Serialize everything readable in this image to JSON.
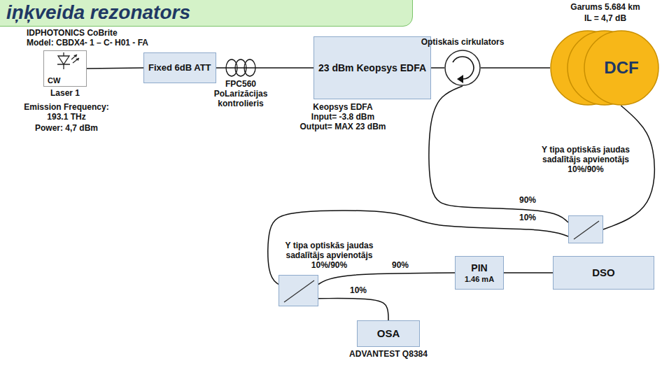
{
  "diagram": {
    "title": "iņķveida rezonators",
    "nodes": [
      {
        "text": [
          "CW",
          "Laser 1"
        ]
      },
      {
        "text": [
          "Fixed 6dB ATT"
        ]
      },
      {
        "text": [
          "FPC560 PoLarizācijas kontrolieris"
        ]
      },
      {
        "text": [
          "23 dBm Keopsys EDFA"
        ]
      },
      {
        "text": [
          "Optiskais cirkulators"
        ]
      },
      {
        "text": [
          "DCF"
        ]
      },
      {
        "text": [
          "Y tipa optiskās jaudas sadalītājs apvienotājs 10%/90%"
        ]
      },
      {
        "text": [
          "Y tipa optiskās jaudas sadalītājs apvienotājs 10%/90%"
        ]
      },
      {
        "text": [
          "PIN",
          "1.46 mA"
        ]
      },
      {
        "text": [
          "DSO"
        ]
      },
      {
        "text": [
          "OSA",
          "ADVANTEST Q8384"
        ]
      }
    ],
    "edges": [
      {
        "from": 0,
        "to": 1,
        "arrow": "none"
      },
      {
        "from": 1,
        "to": 2,
        "arrow": "none"
      },
      {
        "from": 2,
        "to": 3,
        "arrow": "none"
      },
      {
        "from": 3,
        "to": 4,
        "arrow": "none"
      },
      {
        "from": 4,
        "to": 5,
        "arrow": "none"
      },
      {
        "from": 5,
        "to": 6,
        "arrow": "none"
      },
      {
        "from": 6,
        "to": 4,
        "arrow": "none"
      },
      {
        "from": 6,
        "to": 7,
        "arrow": "none"
      },
      {
        "from": 7,
        "to": 8,
        "arrow": "none"
      },
      {
        "from": 7,
        "to": 10,
        "arrow": "none"
      },
      {
        "from": 8,
        "to": 9,
        "arrow": "none"
      }
    ],
    "labels": [
      "IDPHOTONICS CoBrite",
      "Model: CBDX4- 1 – C- H01 - FA",
      "Emission Frequency: 193.1 THz",
      "Power: 4,7 dBm",
      "Keopsys EDFA",
      "Input= -3.8 dBm",
      "Output= MAX 23 dBm",
      "Garums 5.684 km",
      "IL = 4,7 dB",
      "90%",
      "10%",
      "90%",
      "10%"
    ]
  }
}
